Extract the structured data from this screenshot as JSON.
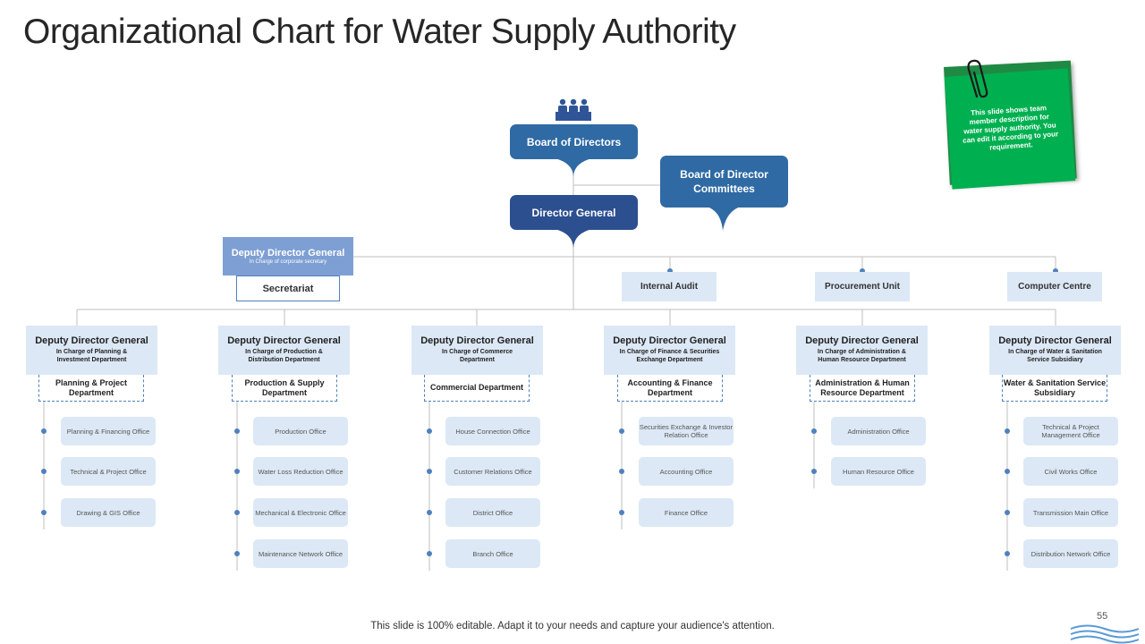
{
  "title": "Organizational Chart for Water Supply Authority",
  "board": "Board of Directors",
  "board_committees": "Board of Director Committees",
  "director_general": "Director General",
  "deputy_top": {
    "title": "Deputy Director General",
    "subtitle": "In Charge of corporate secretary",
    "unit": "Secretariat"
  },
  "units": [
    "Internal Audit",
    "Procurement Unit",
    "Computer Centre"
  ],
  "departments": [
    {
      "title": "Deputy Director General",
      "subtitle": "In Charge of Planning & Investment Department",
      "name": "Planning & Project Department",
      "offices": [
        "Planning & Financing Office",
        "Technical & Project Office",
        "Drawing & GIS Office"
      ]
    },
    {
      "title": "Deputy Director General",
      "subtitle": "In Charge of Production & Distribution Department",
      "name": "Production & Supply Department",
      "offices": [
        "Production Office",
        "Water Loss Reduction Office",
        "Mechanical & Electronic Office",
        "Maintenance Network Office"
      ]
    },
    {
      "title": "Deputy Director General",
      "subtitle": "In Charge of Commerce Department",
      "name": "Commercial Department",
      "offices": [
        "House Connection Office",
        "Customer Relations Office",
        "District Office",
        "Branch Office"
      ]
    },
    {
      "title": "Deputy Director General",
      "subtitle": "In Charge of Finance & Securities Exchange Department",
      "name": "Accounting & Finance Department",
      "offices": [
        "Securities Exchange & Investor Relation Office",
        "Accounting Office",
        "Finance Office"
      ]
    },
    {
      "title": "Deputy Director General",
      "subtitle": "In Charge of Administration & Human Resource Department",
      "name": "Administration & Human Resource Department",
      "offices": [
        "Administration Office",
        "Human Resource Office"
      ]
    },
    {
      "title": "Deputy Director General",
      "subtitle": "In Charge of Water & Sanitation Service Subsidiary",
      "name": "Water & Sanitation Service Subsidiary",
      "offices": [
        "Technical & Project Management Office",
        "Civil Works Office",
        "Transmission Main Office",
        "Distribution Network Office"
      ]
    }
  ],
  "note": "This slide shows team member description for water supply authority. You can edit it according to your requirement.",
  "footer": "This slide is 100% editable. Adapt it to your needs and capture your audience's attention.",
  "page_number": "55",
  "colors": {
    "board": "#2f6aa4",
    "director_general": "#2c4f90",
    "deputy_top": "#7d9fd3",
    "light_box": "#dce8f5",
    "note_green": "#00b050",
    "connector": "#bfbfbf",
    "dot": "#4f81bd"
  },
  "icons": [
    "people-icon",
    "paperclip-icon",
    "waves-logo-icon"
  ]
}
